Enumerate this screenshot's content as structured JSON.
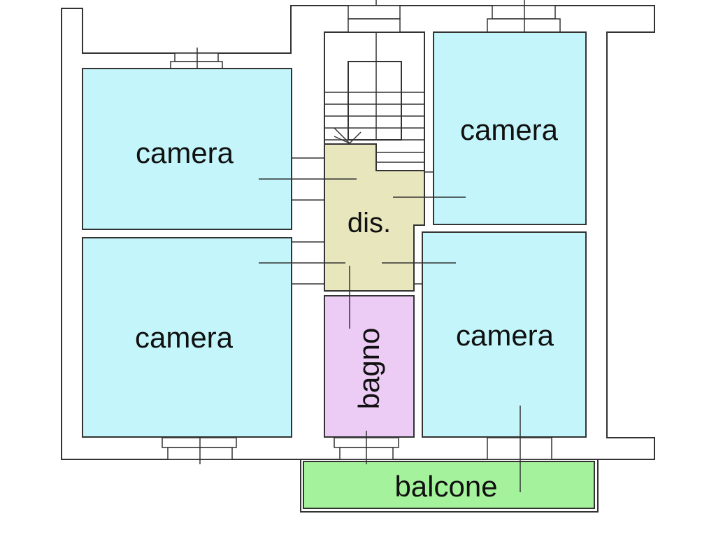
{
  "rooms": {
    "camera_top_left": {
      "label": "camera"
    },
    "camera_bottom_left": {
      "label": "camera"
    },
    "camera_top_right": {
      "label": "camera"
    },
    "camera_bottom_right": {
      "label": "camera"
    },
    "disimpegno": {
      "label": "dis."
    },
    "bagno": {
      "label": "bagno"
    },
    "balcone": {
      "label": "balcone"
    }
  },
  "colors": {
    "camera": "#c3f5fa",
    "disimpegno": "#e8e6bc",
    "bagno": "#eccbf5",
    "balcone": "#a4f29b",
    "wall": "#333333",
    "background": "#ffffff"
  }
}
